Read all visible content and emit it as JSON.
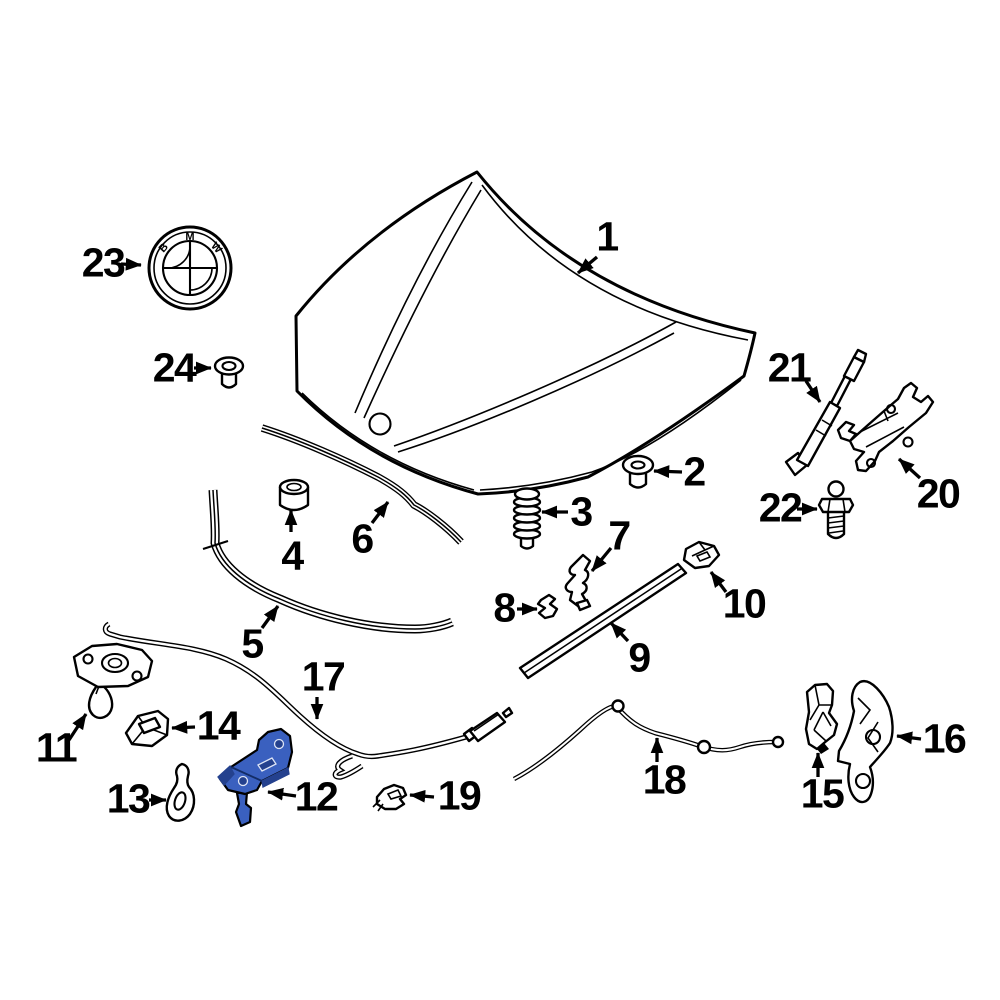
{
  "diagram": {
    "highlighted_part": "12",
    "callout_count": 24
  },
  "colors": {
    "background": "#ffffff",
    "line": "#000000",
    "highlight": "#3a60bf",
    "highlight_dark": "#24418e",
    "highlight_edge": "#dde4f5"
  },
  "emblem": {
    "letters": [
      "B",
      "M",
      "W"
    ]
  },
  "callouts": [
    {
      "label": "1"
    },
    {
      "label": "2"
    },
    {
      "label": "3"
    },
    {
      "label": "4"
    },
    {
      "label": "5"
    },
    {
      "label": "6"
    },
    {
      "label": "7"
    },
    {
      "label": "8"
    },
    {
      "label": "9"
    },
    {
      "label": "10"
    },
    {
      "label": "11"
    },
    {
      "label": "12"
    },
    {
      "label": "13"
    },
    {
      "label": "14"
    },
    {
      "label": "15"
    },
    {
      "label": "16"
    },
    {
      "label": "17"
    },
    {
      "label": "18"
    },
    {
      "label": "19"
    },
    {
      "label": "20"
    },
    {
      "label": "21"
    },
    {
      "label": "22"
    },
    {
      "label": "23"
    },
    {
      "label": "24"
    }
  ]
}
